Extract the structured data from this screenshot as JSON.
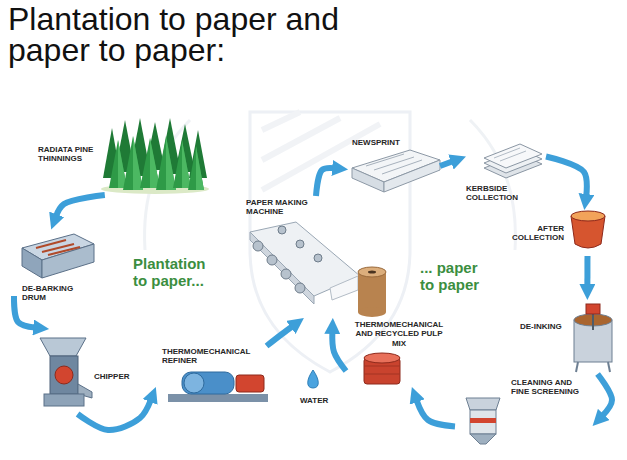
{
  "diagram": {
    "title": "Plantation to paper and paper to paper:",
    "nodes": [
      {
        "text": [
          "RADIATA PINE THINNINGS"
        ]
      },
      {
        "text": [
          "DE-BARKING DRUM"
        ]
      },
      {
        "text": [
          "CHIPPER"
        ]
      },
      {
        "text": [
          "THERMOMECHANICAL REFINER"
        ]
      },
      {
        "text": [
          "PAPER MAKING MACHINE"
        ]
      },
      {
        "text": [
          "NEWSPRINT"
        ]
      },
      {
        "text": [
          "KERBSIDE COLLECTION"
        ]
      },
      {
        "text": [
          "AFTER COLLECTION"
        ]
      },
      {
        "text": [
          "DE-INKING"
        ]
      },
      {
        "text": [
          "CLEANING AND FINE SCREENING"
        ]
      },
      {
        "text": [
          "THERMOMECHANICAL AND RECYCLED PULP MIX"
        ]
      }
    ],
    "edges": [
      {
        "from": 0,
        "to": 1,
        "arrow": "to"
      },
      {
        "from": 1,
        "to": 2,
        "arrow": "to"
      },
      {
        "from": 2,
        "to": 3,
        "arrow": "to"
      },
      {
        "from": 3,
        "to": 4,
        "arrow": "to"
      },
      {
        "from": 4,
        "to": 5,
        "arrow": "to"
      },
      {
        "from": 5,
        "to": 6,
        "arrow": "to"
      },
      {
        "from": 6,
        "to": 7,
        "arrow": "to"
      },
      {
        "from": 7,
        "to": 8,
        "arrow": "to"
      },
      {
        "from": 8,
        "to": 9,
        "arrow": "to"
      },
      {
        "from": 9,
        "to": 10,
        "arrow": "to"
      },
      {
        "from": 10,
        "to": 4,
        "arrow": "to"
      }
    ],
    "labels": [
      "Plantation to paper...",
      "... paper to paper",
      "WATER"
    ]
  }
}
